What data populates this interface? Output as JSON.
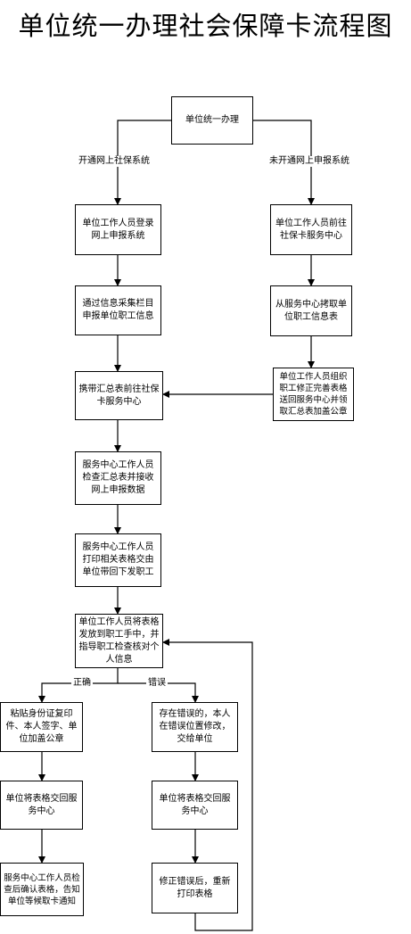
{
  "title": "单位统一办理社会保障卡流程图",
  "nodes": {
    "start": "单位统一办理",
    "l1": "单位工作人员登录网上申报系统",
    "l2": "通过信息采集栏目申报单位职工信息",
    "c3": "携带汇总表前往社保卡服务中心",
    "c4": "服务中心工作人员检查汇总表并接收网上申报数据",
    "c5": "服务中心工作人员打印相关表格交由单位带回下发职工",
    "c6": "单位工作人员将表格发放到职工手中，并指导职工检查核对个人信息",
    "r1": "单位工作人员前往社保卡服务中心",
    "r2": "从服务中心拷取单位职工信息表",
    "r3": "单位工作人员组织职工修正完善表格送回服务中心并领取汇总表加盖公章",
    "ok1": "粘贴身份证复印件、本人签字、单位加盖公章",
    "ok2": "单位将表格交回服务中心",
    "ok3": "服务中心工作人员检查后确认表格，告知单位等候取卡通知",
    "er1": "存在错误的，本人在错误位置修改，交给单位",
    "er2": "单位将表格交回服务中心",
    "er3": "修正错误后，重新打印表格"
  },
  "edge_labels": {
    "online": "开通网上社保系统",
    "offline": "未开通网上申报系统",
    "correct": "正确",
    "error": "错误"
  }
}
